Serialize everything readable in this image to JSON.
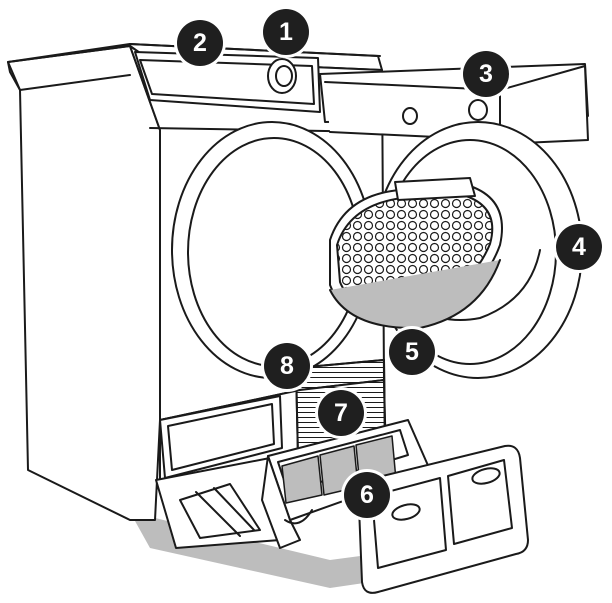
{
  "callouts": [
    {
      "label": "1",
      "part": "program-knob"
    },
    {
      "label": "2",
      "part": "control-panel"
    },
    {
      "label": "3",
      "part": "water-container"
    },
    {
      "label": "4",
      "part": "door"
    },
    {
      "label": "5",
      "part": "filter"
    },
    {
      "label": "6",
      "part": "condenser-cover"
    },
    {
      "label": "7",
      "part": "air-vents"
    },
    {
      "label": "8",
      "part": "condenser"
    }
  ],
  "colors": {
    "callout_fill": "#1f1f1f",
    "callout_text": "#ffffff",
    "line": "#1a1a1a",
    "shadow": "#bdbdbd"
  }
}
